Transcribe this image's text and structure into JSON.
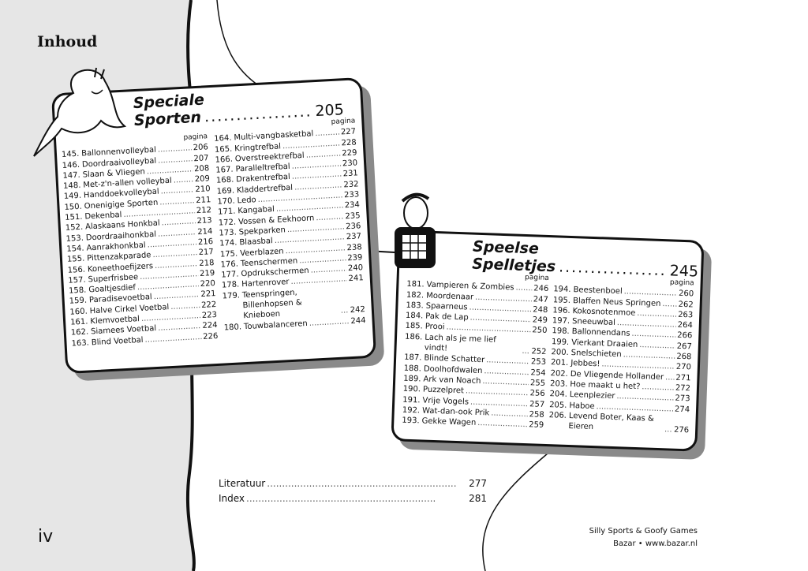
{
  "page_title": "Inhoud",
  "page_number": "iv",
  "sections": [
    {
      "title_line1": "Speciale",
      "title_line2": "Sporten",
      "page": "205",
      "pagina_label": "pagina",
      "columns": [
        [
          [
            "145.",
            "Ballonnenvolleybal",
            "206"
          ],
          [
            "146.",
            "Doordraaivolleybal",
            "207"
          ],
          [
            "147.",
            "Slaan & Vliegen",
            "208"
          ],
          [
            "148.",
            "Met-z'n-allen volleybal",
            "209"
          ],
          [
            "149.",
            "Handdoekvolleybal",
            "210"
          ],
          [
            "150.",
            "Onenigige Sporten",
            "211"
          ],
          [
            "151.",
            "Dekenbal",
            "212"
          ],
          [
            "152.",
            "Alaskaans Honkbal",
            "213"
          ],
          [
            "153.",
            "Doordraaihonkbal",
            "214"
          ],
          [
            "154.",
            "Aanrakhonkbal",
            "216"
          ],
          [
            "155.",
            "Pittenzakparade",
            "217"
          ],
          [
            "156.",
            "Koneethoefijzers",
            "218"
          ],
          [
            "157.",
            "Superfrisbee",
            "219"
          ],
          [
            "158.",
            "Goaltjesdief",
            "220"
          ],
          [
            "159.",
            "Paradisevoetbal",
            "221"
          ],
          [
            "160.",
            "Halve Cirkel Voetbal",
            "222"
          ],
          [
            "161.",
            "Klemvoetbal",
            "223"
          ],
          [
            "162.",
            "Siamees Voetbal",
            "224"
          ],
          [
            "163.",
            "Blind Voetbal",
            "226"
          ]
        ],
        [
          [
            "164.",
            "Multi-vangbasketbal",
            "227"
          ],
          [
            "165.",
            "Kringtrefbal",
            "228"
          ],
          [
            "166.",
            "Overstreektrefbal",
            "229"
          ],
          [
            "167.",
            "Paralleltrefbal",
            "230"
          ],
          [
            "168.",
            "Drakentrefbal",
            "231"
          ],
          [
            "169.",
            "Kladdertrefbal",
            "232"
          ],
          [
            "170.",
            "Ledo",
            "233"
          ],
          [
            "171.",
            "Kangabal",
            "234"
          ],
          [
            "172.",
            "Vossen & Eekhoorn",
            "235"
          ],
          [
            "173.",
            "Spekparken",
            "236"
          ],
          [
            "174.",
            "Blaasbal",
            "237"
          ],
          [
            "175.",
            "Veerblazen",
            "238"
          ],
          [
            "176.",
            "Teenschermen",
            "239"
          ],
          [
            "177.",
            "Opdrukschermen",
            "240"
          ],
          [
            "178.",
            "Hartenrover",
            "241"
          ],
          [
            "179.",
            "Teenspringen, Billenhopsen & Knieboen",
            "242"
          ],
          [
            "180.",
            "Touwbalanceren",
            "244"
          ]
        ]
      ]
    },
    {
      "title_line1": "Speelse",
      "title_line2": "Spelletjes",
      "page": "245",
      "pagina_label": "pagina",
      "columns": [
        [
          [
            "181.",
            "Vampieren & Zombies",
            "246"
          ],
          [
            "182.",
            "Moordenaar",
            "247"
          ],
          [
            "183.",
            "Spaarneus",
            "248"
          ],
          [
            "184.",
            "Pak de Lap",
            "249"
          ],
          [
            "185.",
            "Prooi",
            "250"
          ],
          [
            "186.",
            "Lach als je me lief vindt!",
            "252"
          ],
          [
            "187.",
            "Blinde Schatter",
            "253"
          ],
          [
            "188.",
            "Doolhofdwalen",
            "254"
          ],
          [
            "189.",
            "Ark van Noach",
            "255"
          ],
          [
            "190.",
            "Puzzelpret",
            "256"
          ],
          [
            "191.",
            "Vrije Vogels",
            "257"
          ],
          [
            "192.",
            "Wat-dan-ook Prik",
            "258"
          ],
          [
            "193.",
            "Gekke Wagen",
            "259"
          ]
        ],
        [
          [
            "194.",
            "Beestenboel",
            "260"
          ],
          [
            "195.",
            "Blaffen Neus Springen",
            "262"
          ],
          [
            "196.",
            "Kokosnotenmoe",
            "263"
          ],
          [
            "197.",
            "Sneeuwbal",
            "264"
          ],
          [
            "198.",
            "Ballonnendans",
            "266"
          ],
          [
            "199.",
            "Vierkant Draaien",
            "267"
          ],
          [
            "200.",
            "Snelschieten",
            "268"
          ],
          [
            "201.",
            "Jebbes!",
            "270"
          ],
          [
            "202.",
            "De Vliegende Hollander",
            "271"
          ],
          [
            "203.",
            "Hoe maakt u het?",
            "272"
          ],
          [
            "204.",
            "Leenplezier",
            "273"
          ],
          [
            "205.",
            "Haboe",
            "274"
          ],
          [
            "206.",
            "Levend Boter, Kaas & Eieren",
            "276"
          ]
        ]
      ]
    }
  ],
  "back_matter": [
    {
      "label": "Literatuur",
      "page": "277"
    },
    {
      "label": "Index",
      "page": "281"
    }
  ],
  "footer": {
    "line1": "Silly Sports & Goofy Games",
    "line2": "Bazar • www.bazar.nl"
  }
}
